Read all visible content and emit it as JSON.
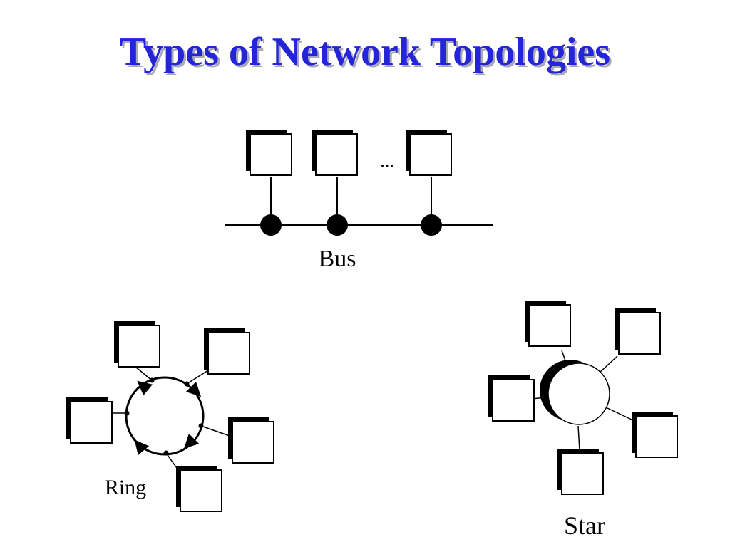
{
  "slide": {
    "title": "Types of Network Topologies"
  },
  "bus": {
    "label": "Bus",
    "ellipsis": "..."
  },
  "ring": {
    "label": "Ring"
  },
  "star": {
    "label": "Star"
  },
  "colors": {
    "title": "#2424d8",
    "title_shadow": "#a8a8b8",
    "line": "#000000",
    "node_fill": "#ffffff"
  }
}
